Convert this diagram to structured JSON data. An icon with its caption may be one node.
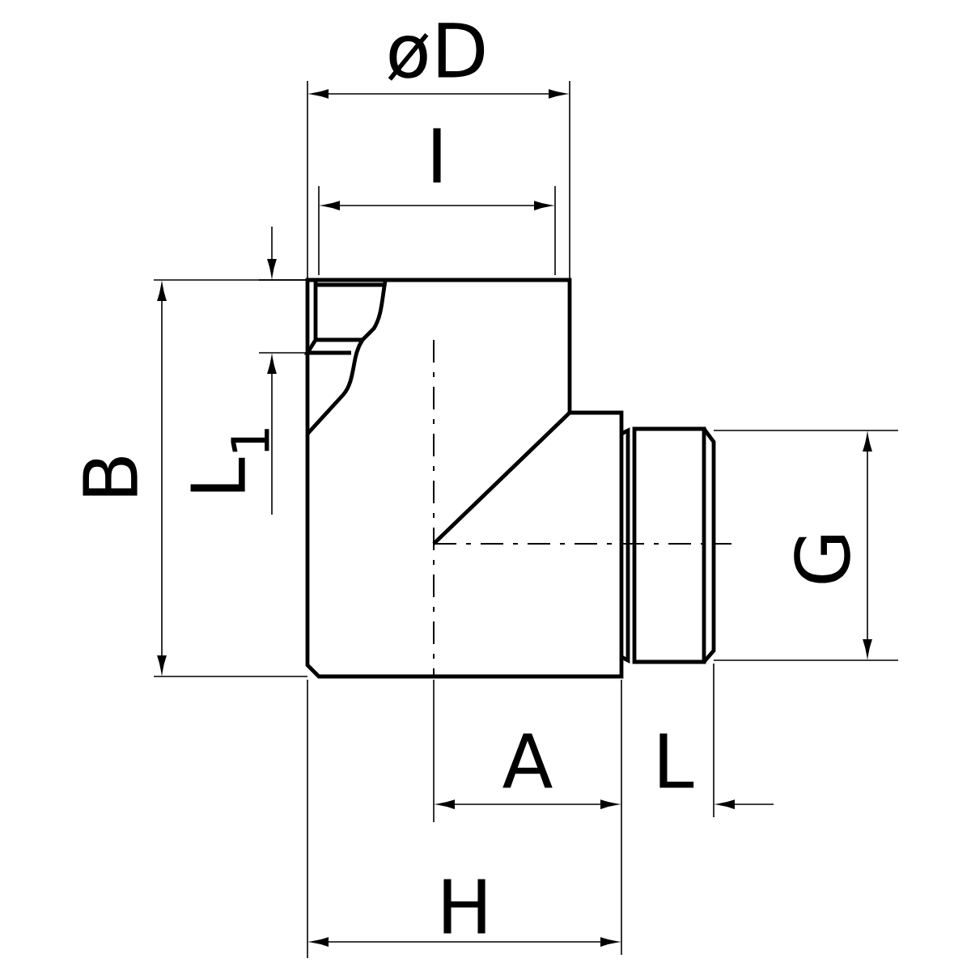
{
  "diagram": {
    "labels": [
      "øD",
      "I",
      "B",
      "L$_{1}$",
      "G",
      "A",
      "L",
      "H"
    ]
  }
}
